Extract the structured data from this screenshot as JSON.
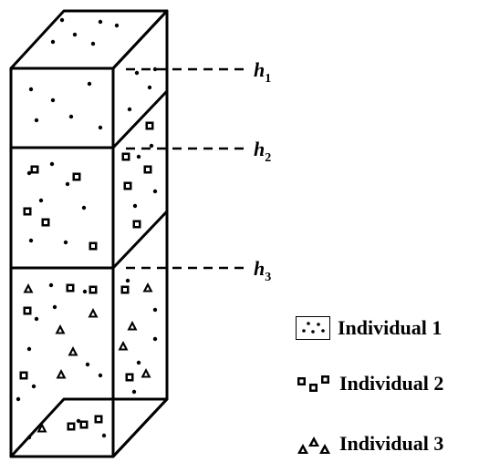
{
  "layers": [
    {
      "symbol": "h",
      "subscript": "1"
    },
    {
      "symbol": "h",
      "subscript": "2"
    },
    {
      "symbol": "h",
      "subscript": "3"
    }
  ],
  "legend": [
    {
      "label": "Individual 1",
      "marker": "dot"
    },
    {
      "label": "Individual 2",
      "marker": "square"
    },
    {
      "label": "Individual 3",
      "marker": "triangle"
    }
  ]
}
